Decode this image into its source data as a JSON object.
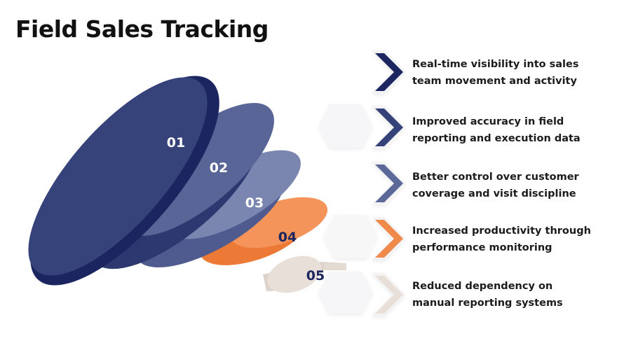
{
  "title": "Field Sales Tracking",
  "colors": {
    "step1": "#1b2560",
    "step2": "#36427a",
    "step3": "#5b6797",
    "step4": "#f08a4b",
    "step5": "#e8e0d8",
    "number_light": "#ffffff",
    "number_dark": "#1b2560"
  },
  "steps": [
    {
      "number": "01",
      "line1": "Real-time visibility into sales",
      "line2": "team movement and activity"
    },
    {
      "number": "02",
      "line1": "Improved accuracy in field",
      "line2": "reporting and execution data"
    },
    {
      "number": "03",
      "line1": "Better control over customer",
      "line2": "coverage and visit discipline"
    },
    {
      "number": "04",
      "line1": "Increased productivity through",
      "line2": "performance monitoring"
    },
    {
      "number": "05",
      "line1": "Reduced dependency on",
      "line2": "manual reporting systems"
    }
  ]
}
